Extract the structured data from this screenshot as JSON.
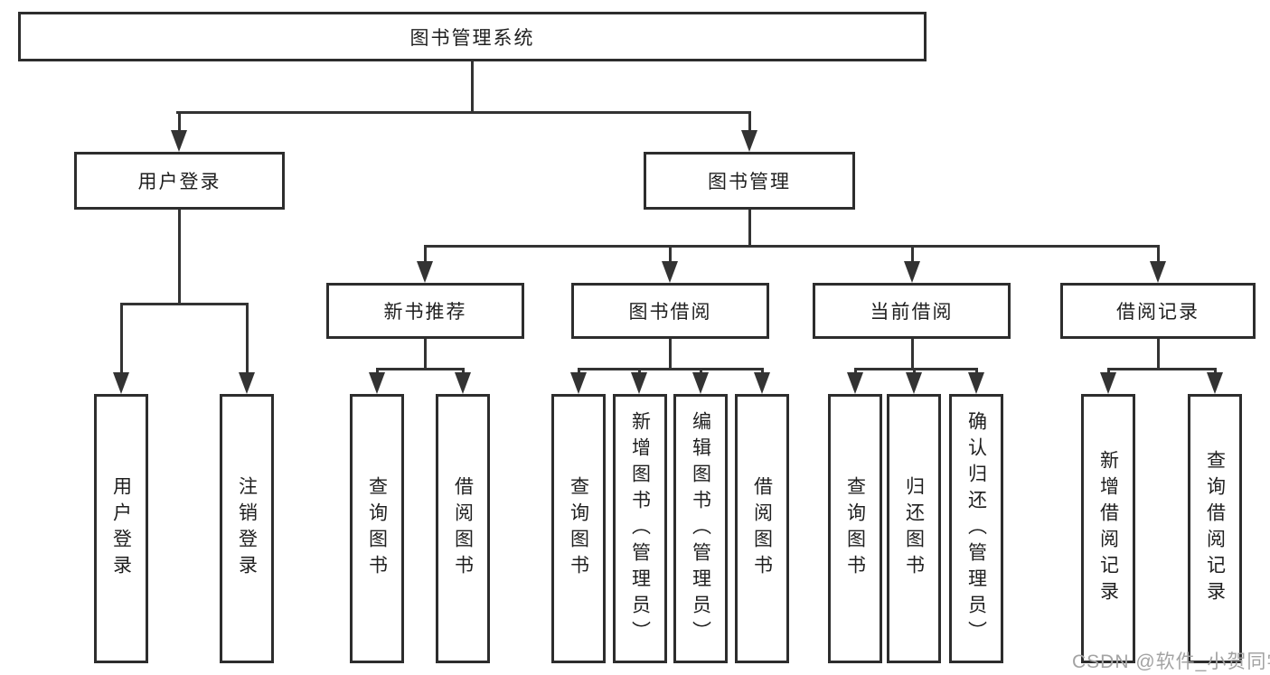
{
  "nodes": {
    "root": "图书管理系统",
    "level2": [
      "用户登录",
      "图书管理"
    ],
    "level3": [
      "新书推荐",
      "图书借阅",
      "当前借阅",
      "借阅记录"
    ],
    "leaves": [
      "用户登录",
      "注销登录",
      "查询图书",
      "借阅图书",
      "查询图书",
      "新增图书（管理员）",
      "编辑图书（管理员）",
      "借阅图书",
      "查询图书",
      "归还图书",
      "确认归还（管理员）",
      "新增借阅记录",
      "查询借阅记录"
    ]
  },
  "watermark": {
    "text": "CSDN @软件_小贺同学"
  },
  "colors": {
    "line": "#333333",
    "box_border": "#2d2d2d",
    "text": "#1f1f1f",
    "watermark": "#a3a3a3",
    "background": "#ffffff"
  }
}
